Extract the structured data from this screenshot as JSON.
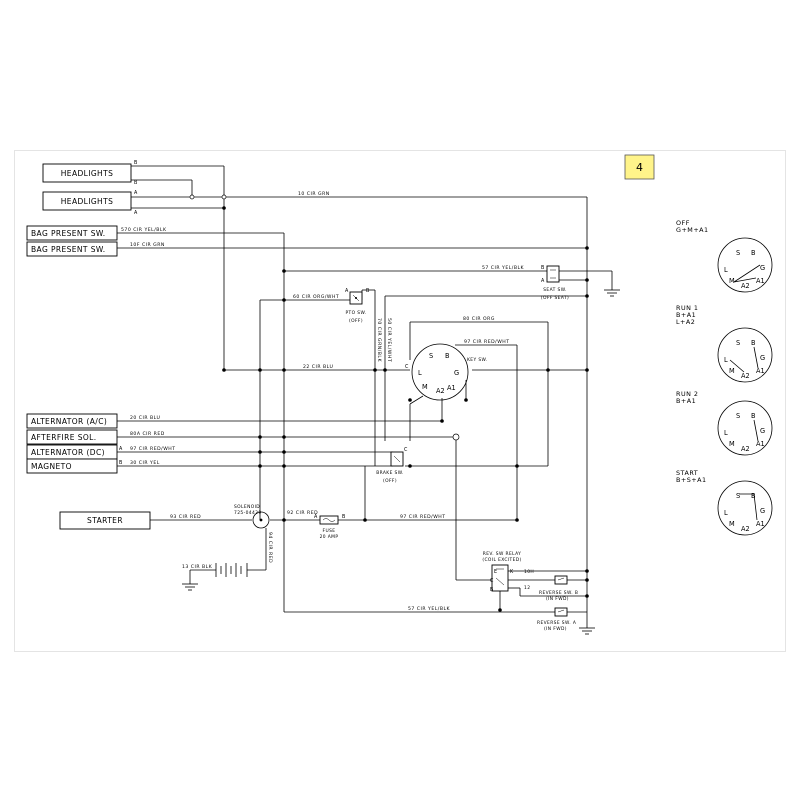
{
  "page_badge": "4",
  "components": {
    "headlights_1": "HEADLIGHTS",
    "headlights_2": "HEADLIGHTS",
    "bag_present_sw_1": "BAG PRESENT SW.",
    "bag_present_sw_2": "BAG PRESENT SW.",
    "alternator_ac": "ALTERNATOR (A/C)",
    "afterfire_sol": "AFTERFIRE SOL.",
    "alternator_dc": "ALTERNATOR (DC)",
    "magneto": "MAGNETO",
    "starter": "STARTER"
  },
  "pin_labels": {
    "headlights_1_b": "B",
    "headlights_1_a": "B",
    "headlights_2_a": "A",
    "headlights_2_b": "A",
    "alt_dc_a": "A",
    "magneto_b": "B",
    "pto_a": "A",
    "pto_b": "B",
    "seat_b": "B",
    "seat_a": "A",
    "brake_c": "C",
    "fuse_a": "A",
    "fuse_b": "B",
    "relay_e": "E",
    "relay_k": "K",
    "relay_c": "C",
    "relay_b": "B",
    "reverse_b": "B",
    "reverse_a": "A",
    "relay_10h": "10H",
    "relay_12": "12"
  },
  "wires": {
    "w10": "10 CIR GRN",
    "w570": "570 CIR YEL/BLK",
    "w10f": "10F CIR GRN",
    "w57_top": "57 CIR YEL/BLK",
    "w60": "60 CIR ORG/WHT",
    "w70": "70 CIR GRN/BLK",
    "w50": "50 CIR YEL/WHT",
    "w80": "80 CIR ORG",
    "w97_key": "97 CIR RED/WHT",
    "w22": "22 CIR BLU",
    "w20": "20 CIR BLU",
    "w80a": "80A CIR RED",
    "w97_alt": "97 CIR RED/WHT",
    "w30": "30 CIR YEL",
    "w93": "93 CIR RED",
    "w92": "92 CIR RED",
    "w97_fuse": "97 CIR RED/WHT",
    "w94": "94 CIR RED",
    "w13": "13 CIR BLK",
    "w57_bottom": "57 CIR YEL/BLK"
  },
  "parts": {
    "pto_sw": "PTO SW.",
    "pto_state": "(OFF)",
    "seat_sw": "SEAT SW.",
    "seat_state": "(OFF SEAT)",
    "key_sw": "KEY SW.",
    "brake_sw": "BRAKE SW.",
    "brake_state": "(OFF)",
    "solenoid": "SOLENOID",
    "solenoid_part": "725-04439",
    "fuse": "FUSE",
    "fuse_rating": "20 AMP",
    "relay": "REV. SW RELAY",
    "relay_state": "(COIL EXCITED)",
    "reverse_sw_b": "REVERSE SW. B",
    "reverse_sw_b_state": "(IN FWD)",
    "reverse_sw_a": "REVERSE SW. A",
    "reverse_sw_a_state": "(IN FWD)"
  },
  "key_terminals": {
    "s": "S",
    "b": "B",
    "l": "L",
    "g": "G",
    "m": "M",
    "a1": "A1",
    "a2": "A2"
  },
  "key_positions": [
    {
      "name": "OFF",
      "lines": [
        "G+M+A1"
      ]
    },
    {
      "name": "RUN 1",
      "lines": [
        "B+A1",
        "L+A2"
      ]
    },
    {
      "name": "RUN 2",
      "lines": [
        "B+A1"
      ]
    },
    {
      "name": "START",
      "lines": [
        "B+S+A1"
      ]
    }
  ]
}
